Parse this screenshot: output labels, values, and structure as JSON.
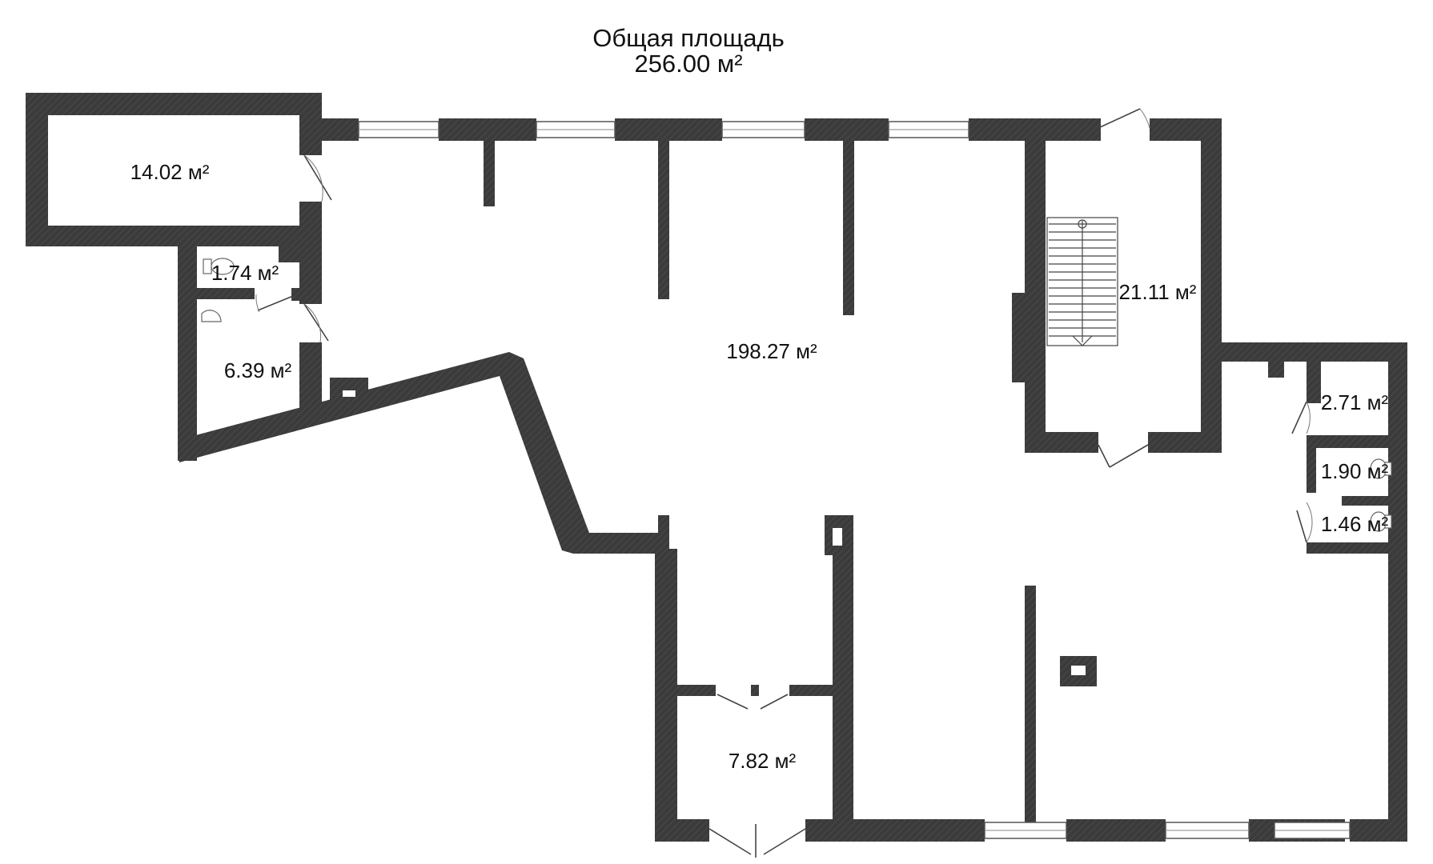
{
  "title": {
    "line1": "Общая площадь",
    "line2": "256.00 м²"
  },
  "rooms": {
    "storage_top_left": "14.02 м²",
    "wc_small_left": "1.74 м²",
    "bathroom_left": "6.39 м²",
    "main_hall": "198.27 м²",
    "stair_hall": "21.11 м²",
    "room_right_top": "2.71 м²",
    "wc_right_1": "1.90 м²",
    "wc_right_2": "1.46 м²",
    "vestibule": "7.82 м²"
  },
  "colors": {
    "wall": "#3b3b3b",
    "background": "#ffffff"
  }
}
